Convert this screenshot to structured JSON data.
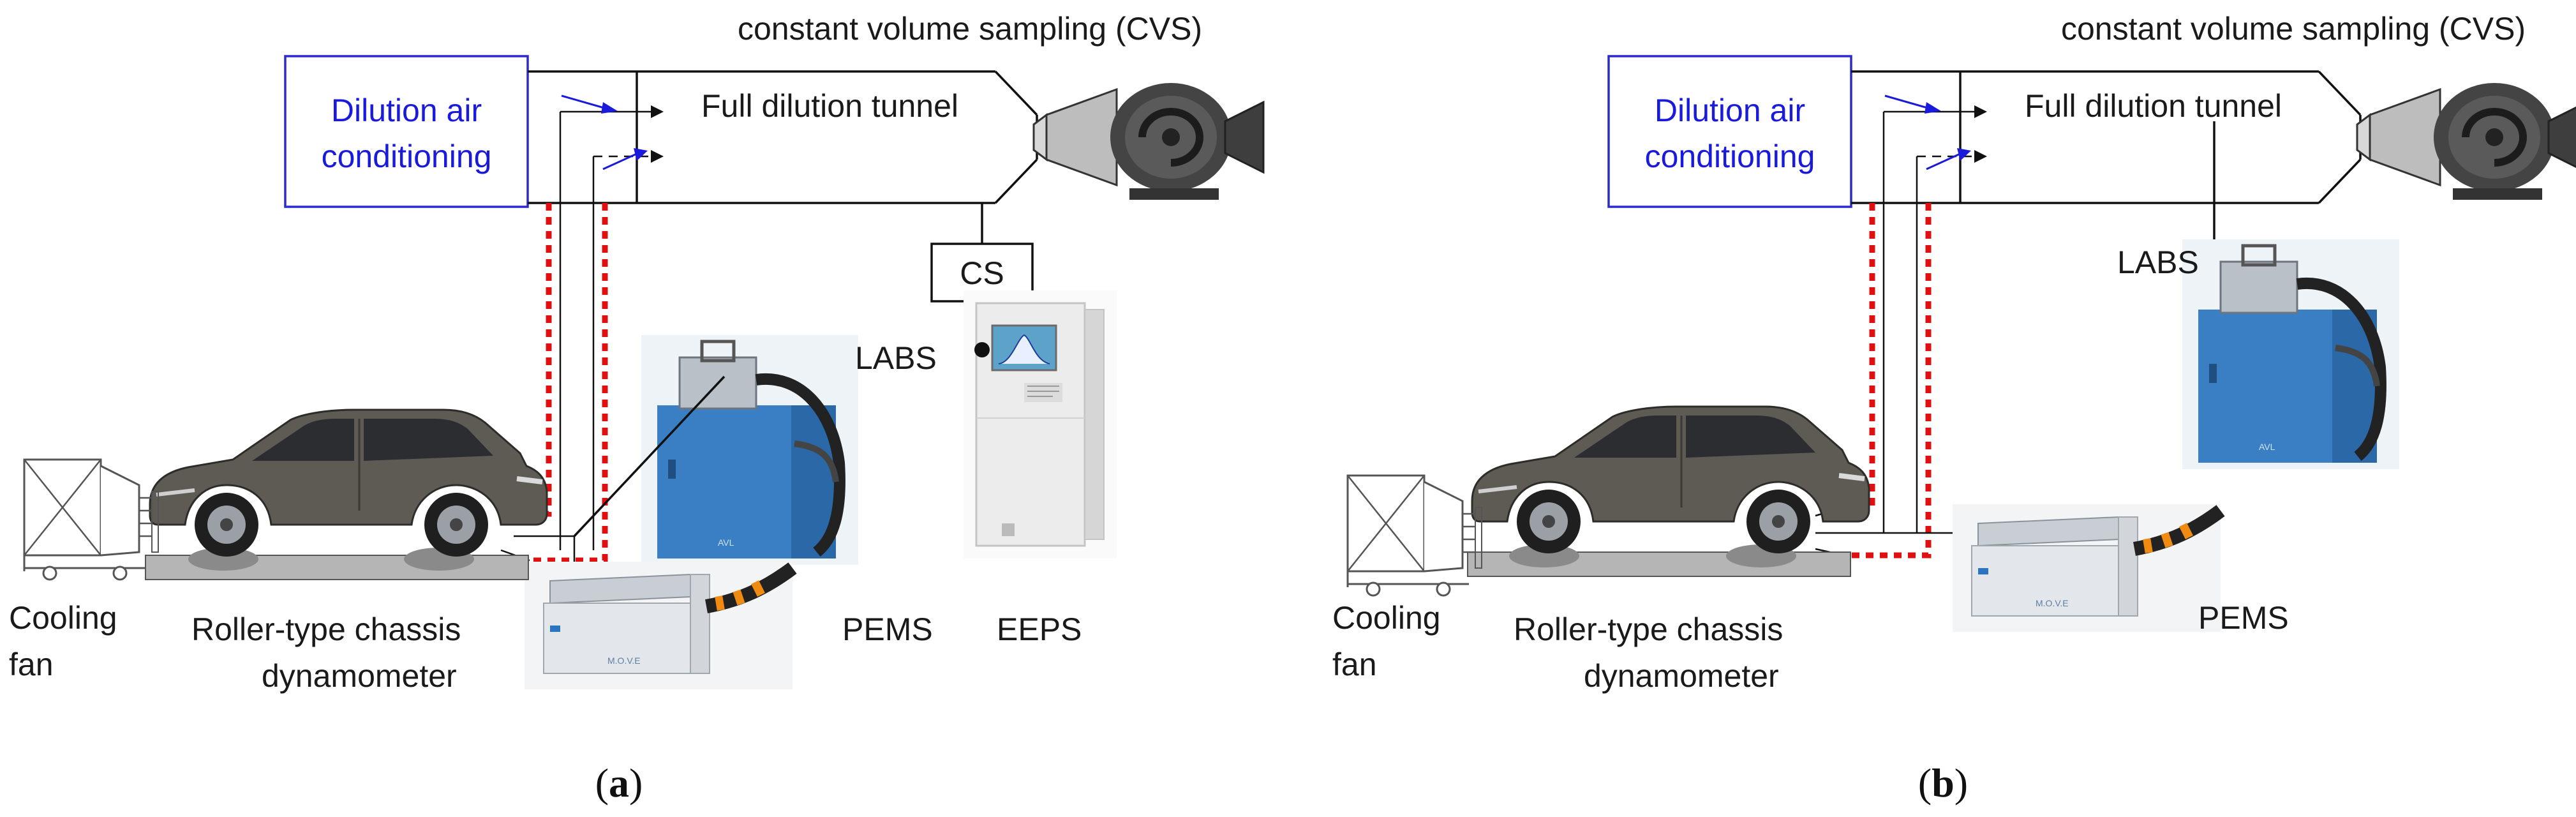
{
  "panels": [
    {
      "id": "a",
      "label_open": "(",
      "label_letter": "a",
      "label_close": ")",
      "cvs_label": "constant volume sampling (CVS)",
      "tunnel_label": "Full dilution tunnel",
      "dilution_line1": "Dilution air",
      "dilution_line2": "conditioning",
      "cs_label": "CS",
      "labs_label": "LABS",
      "pems_label": "PEMS",
      "eeps_label": "EEPS",
      "fan_line1": "Cooling",
      "fan_line2": "fan",
      "dyno_line1": "Roller-type chassis",
      "dyno_line2": "dynamometer"
    },
    {
      "id": "b",
      "label_open": "(",
      "label_letter": "b",
      "label_close": ")",
      "cvs_label": "constant volume sampling (CVS)",
      "tunnel_label": "Full dilution tunnel",
      "dilution_line1": "Dilution air",
      "dilution_line2": "conditioning",
      "labs_label": "LABS",
      "pems_label": "PEMS",
      "fan_line1": "Cooling",
      "fan_line2": "fan",
      "dyno_line1": "Roller-type chassis",
      "dyno_line2": "dynamometer"
    }
  ],
  "colors": {
    "dilution_box_border": "#2a2ad0",
    "dilution_text": "#1a1adc",
    "exhaust_dashed": "#e01010",
    "instrument_blue": "#3a7fc4",
    "car_body": "#5e5b55"
  },
  "icons": [
    "cooling-fan-icon",
    "car-icon",
    "cvs-blower-icon",
    "labs-instrument-icon",
    "pems-instrument-icon",
    "eeps-instrument-icon"
  ]
}
